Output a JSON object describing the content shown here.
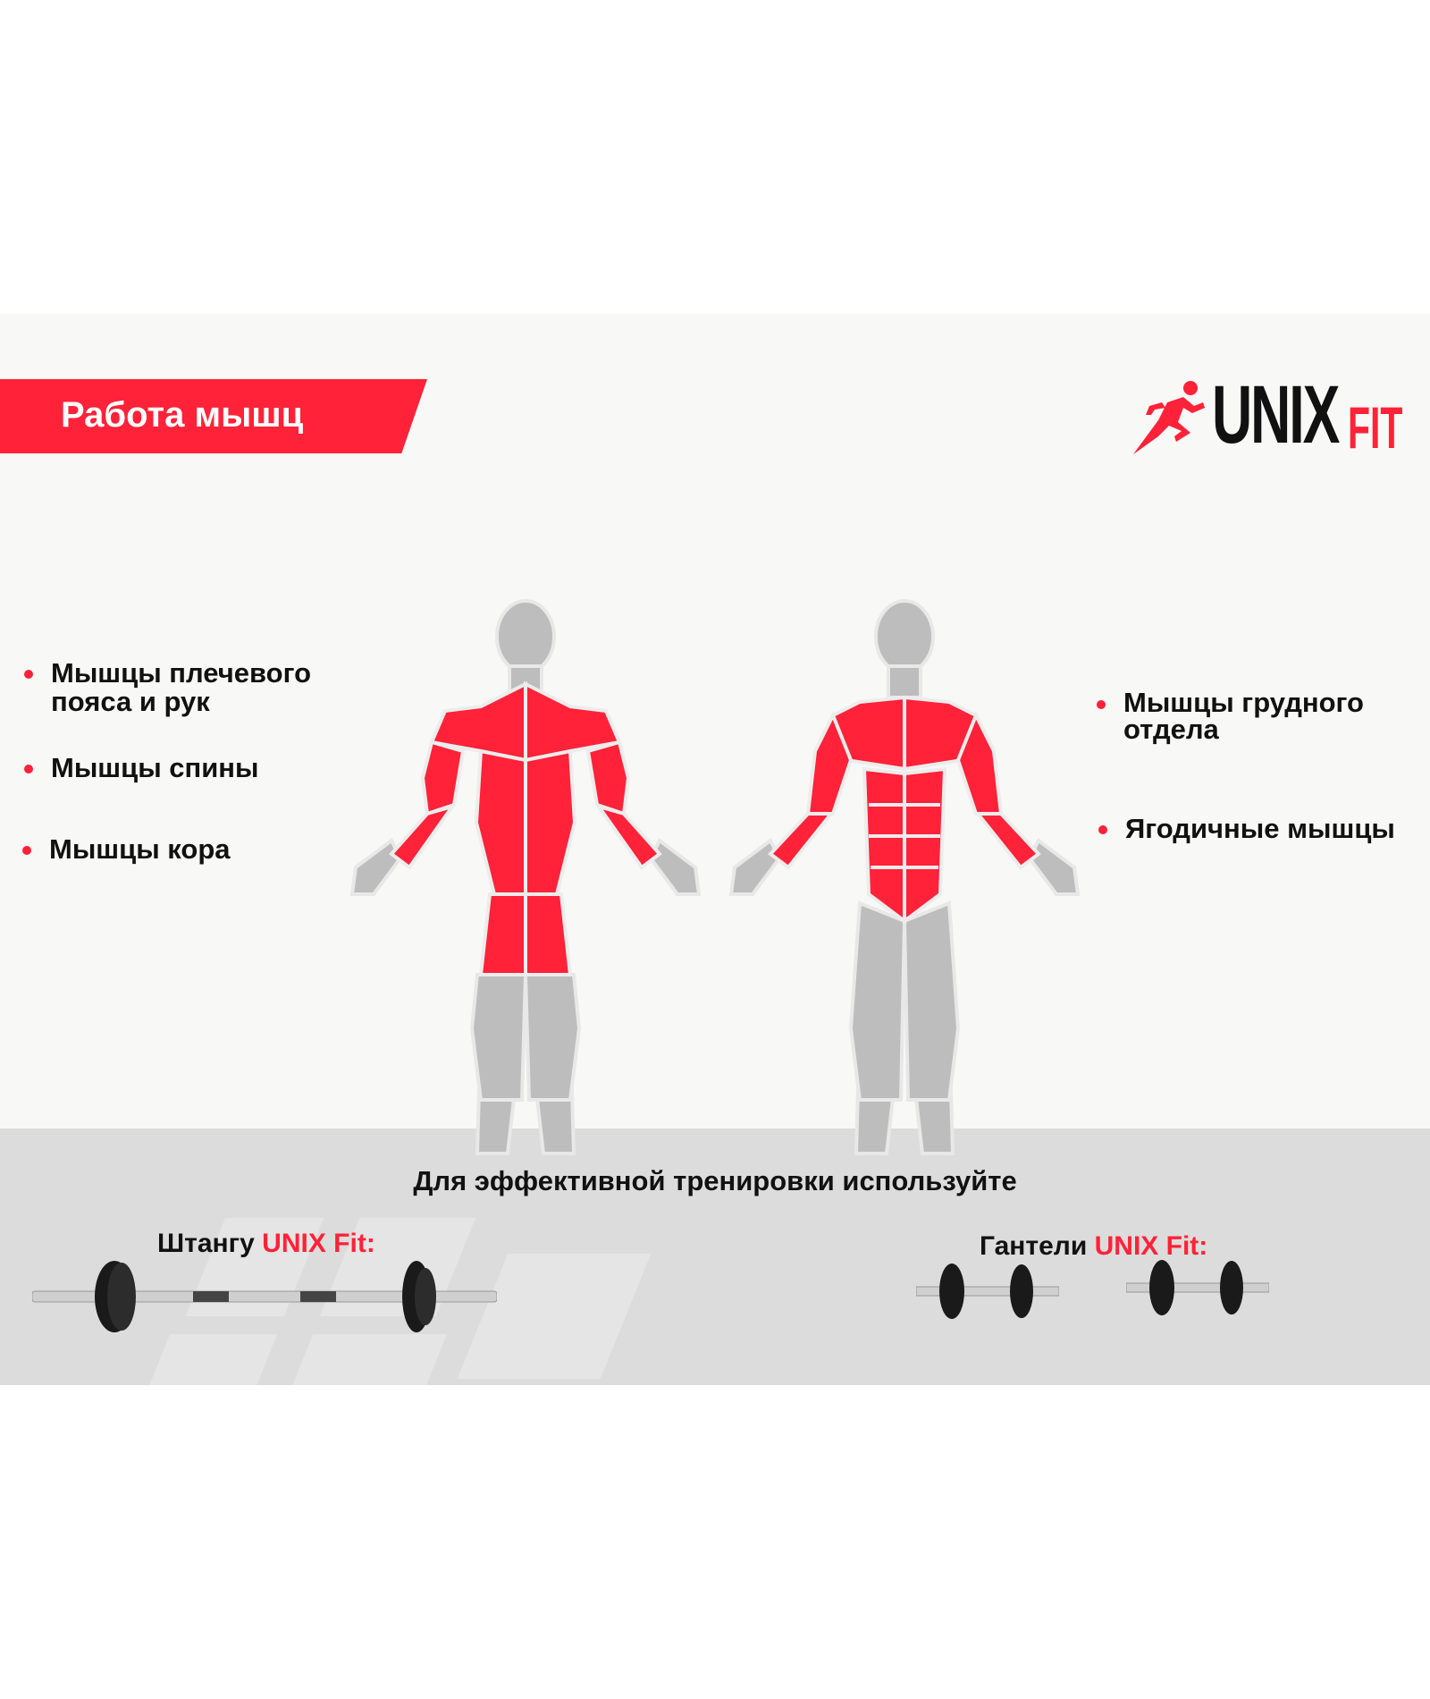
{
  "header": {
    "title": "Работа мышц",
    "logo_main": "UNIX",
    "logo_sub": "FIT"
  },
  "left_list": [
    {
      "line1": "Мышцы плечевого",
      "line2": "пояса и рук"
    },
    {
      "line1": "Мышцы спины"
    },
    {
      "line1": "Мышцы кора"
    }
  ],
  "right_list": [
    {
      "line1": "Мышцы грудного",
      "line2": "отдела"
    },
    {
      "line1": "Ягодичные мышцы"
    }
  ],
  "footer": {
    "caption": "Для эффективной тренировки используйте",
    "barbell_label": "Штангу",
    "barbell_brand": "UNIX Fit:",
    "dumbbell_label": "Гантели",
    "dumbbell_brand": "UNIX Fit:"
  },
  "colors": {
    "accent": "#ff2238",
    "panel": "#f8f8f6",
    "band": "#dcdcdc",
    "muscle_gray": "#bdbdbd"
  }
}
